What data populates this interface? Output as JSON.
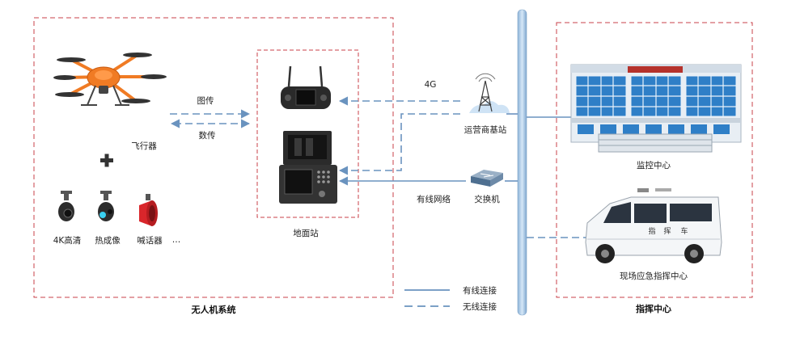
{
  "uav_system": {
    "title": "无人机系统",
    "aircraft_label": "飞行器",
    "plus_icon": "plus-icon",
    "payloads": [
      {
        "label": "4K高清",
        "icon": "gimbal-camera-icon"
      },
      {
        "label": "热成像",
        "icon": "thermal-camera-icon"
      },
      {
        "label": "喊话器",
        "icon": "loudspeaker-icon"
      }
    ],
    "payload_more": "…"
  },
  "links": {
    "image_transmission": "图传",
    "data_transmission": "数传",
    "cellular": "4G",
    "wired_network": "有线网络"
  },
  "ground_station": {
    "label": "地面站"
  },
  "carrier_station": {
    "label": "运营商基站"
  },
  "switch": {
    "label": "交换机"
  },
  "command_center": {
    "title": "指挥中心",
    "monitoring_label": "监控中心",
    "mobile_label": "现场应急指挥中心",
    "vehicle_text": [
      "指",
      "挥",
      "车"
    ]
  },
  "legend": {
    "wired": "有线连接",
    "wireless": "无线连接"
  },
  "colors": {
    "dashed_frame": "#c8414a",
    "link_line": "#6a93bf",
    "drone_orange": "#f07b24",
    "bus_pole": "#9cbfe0",
    "building_glass": "#2f7fc7"
  }
}
